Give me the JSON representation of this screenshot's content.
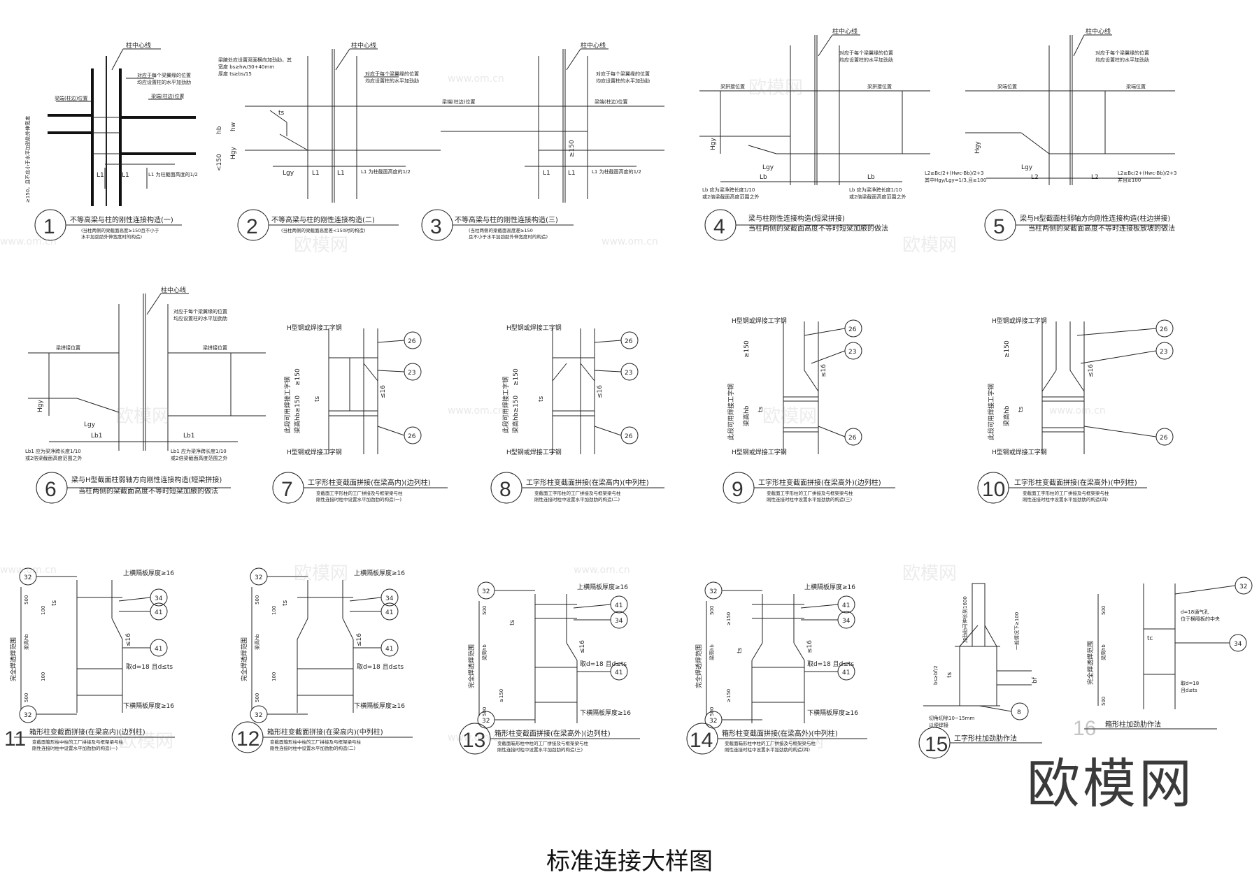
{
  "sheet_title": "标准连接大样图",
  "logo": "欧模网",
  "watermark": {
    "text": "欧模网",
    "url": "www.om.cn"
  },
  "row1": [
    {
      "num": "1",
      "cap1": "不等高梁与柱的刚性连接构造(一)",
      "cap2": "(当柱两侧的梁截面高度≥150且不小于",
      "cap3": "水平加劲肋外伸宽度时的构造)",
      "col": "柱中心线",
      "t1": "对应于每个梁翼缘的位置",
      "t2": "均应设置柱的水平加劲肋",
      "t3": "梁端(柱边)位置",
      "t4": "梁端(柱边)位置",
      "side": "≥150，且不应小于水平加劲肋外伸宽度",
      "l1": "L1",
      "l1b": "L1",
      "l1c": "L1 为柱截面高度的1/2"
    },
    {
      "num": "2",
      "cap1": "不等高梁与柱的刚性连接构造(二)",
      "cap2": "(当柱两侧的梁截面高度差<150时的构造)",
      "col": "柱中心线",
      "t1": "梁腋处应设置双面横向加劲肋，其",
      "t2": "宽度 bs≥hw/30+40mm",
      "t3": "厚度 ts≥bs/15",
      "hb": "hb",
      "hw": "hw",
      "ts": "ts",
      "hgy": "Hgy",
      "lt": "<150",
      "lgy": "Lgy",
      "l1": "L1",
      "l1b": "L1",
      "l1c": "L1 为柱截面高度的1/2"
    },
    {
      "num": "3",
      "cap1": "不等高梁与柱的刚性连接构造(三)",
      "cap2": "(当柱两侧的梁截面高度差≥150",
      "cap3": "且不小于水平加劲肋外伸宽度时的构造)",
      "col": "柱中心线",
      "t1": "对应于每个梁翼缘的位置",
      "t2": "均应设置柱的水平加劲肋",
      "t3": "梁端(柱边)位置",
      "t4": "梁端(柱边)位置",
      "ge": "≥150",
      "l1": "L1",
      "l1b": "L1",
      "l1c": "L1 为柱截面高度的1/2"
    },
    {
      "num": "4",
      "cap1": "梁与柱刚性连接构造(短梁拼接)",
      "cap2": "当柱两侧的梁截面高度不等时短梁加腋的做法",
      "col": "柱中心线",
      "t1": "对应于每个梁翼缘的位置",
      "t2": "均应设置柱的水平加劲肋",
      "t3": "梁拼接位置",
      "t4": "梁拼接位置",
      "hgy": "Hgy",
      "lgy": "Lgy",
      "lb": "Lb",
      "lb2": "Lb",
      "n1": "Lb 应为梁净跨长度1/10",
      "n2": "或2倍梁截面高度范围之外",
      "n3": "Lb 应为梁净跨长度1/10",
      "n4": "或2倍梁截面高度范围之外"
    },
    {
      "num": "5",
      "cap1": "梁与H型截面柱弱轴方向刚性连接构造(柱边拼接)",
      "cap2": "当柱两侧的梁截面高度不等时连接板放坡的做法",
      "col": "柱中心线",
      "t1": "对应于每个梁翼缘的位置",
      "t2": "均应设置柱的水平加劲肋",
      "t3": "梁端位置",
      "t4": "梁端位置",
      "hgy": "Hgy",
      "lgy": "Lgy",
      "l2": "L2",
      "l2b": "L2",
      "n1": "L2≥Bc/2+(Hwc-Bb)/2+3",
      "n2": "其中Hgy/Lgy=1/3,且≥100",
      "n3": "L2≥Bc/2+(Hwc-Bb)/2+3",
      "n4": "并且≥100"
    }
  ],
  "row2": [
    {
      "num": "6",
      "cap1": "梁与H型截面柱弱轴方向刚性连接构造(短梁拼接)",
      "cap2": "当柱两侧的梁截面高度不等时短梁加腋的做法",
      "col": "柱中心线",
      "t1": "对应于每个梁翼缘的位置",
      "t2": "均应设置柱的水平加劲肋",
      "t3": "梁拼接位置",
      "t4": "梁拼接位置",
      "hgy": "Hgy",
      "lgy": "Lgy",
      "lb": "Lb1",
      "lb2": "Lb1",
      "n1": "Lb1 应为梁净跨长度1/10",
      "n2": "或2倍梁截面高度范围之外",
      "n3": "Lb1 应为梁净跨长度1/10",
      "n4": "或2倍梁截面高度范围之外"
    },
    {
      "num": "7",
      "cap1": "工字形柱变截面拼接(在梁高内)(边列柱)",
      "cap2": "变截面工字形柱的工厂拼接及与框架梁与柱",
      "cap3": "刚性连接时柱中设置水平加劲肋的构造(一)",
      "top": "H型钢或焊接工字钢",
      "bot": "H型钢或焊接工字钢",
      "side": "此段可用焊接工字钢",
      "d1": "≥150",
      "d2": "梁高hb≥150",
      "ts": "ts",
      "s": "≤16",
      "w1": "26",
      "w2": "23",
      "w3": "26"
    },
    {
      "num": "8",
      "cap1": "工字形柱变截面拼接(在梁高内)(中列柱)",
      "cap2": "变截面工字形柱的工厂拼接及与框架梁与柱",
      "cap3": "刚性连接时柱中设置水平加劲肋的构造(二)",
      "top": "H型钢或焊接工字钢",
      "bot": "H型钢或焊接工字钢",
      "side": "此段可用焊接工字钢",
      "d1": "≥150",
      "d2": "梁高hb≥150",
      "ts": "ts",
      "s": "≤16",
      "w1": "26",
      "w2": "23",
      "w3": "26"
    },
    {
      "num": "9",
      "cap1": "工字形柱变截面拼接(在梁高外)(边列柱)",
      "cap2": "变截面工字形柱的工厂拼接及与框架梁与柱",
      "cap3": "刚性连接时柱中设置水平加劲肋的构造(三)",
      "top": "H型钢或焊接工字钢",
      "bot": "H型钢或焊接工字钢",
      "side": "此段可用焊接工字钢",
      "d1": "≥150",
      "d2": "梁高hb",
      "ts": "ts",
      "s": "≤16",
      "w1": "26",
      "w2": "23",
      "w3": "26"
    },
    {
      "num": "10",
      "cap1": "工字形柱变截面拼接(在梁高外)(中列柱)",
      "cap2": "变截面工字形柱的工厂拼接及与框架梁与柱",
      "cap3": "刚性连接时柱中设置水平加劲肋的构造(四)",
      "top": "H型钢或焊接工字钢",
      "bot": "H型钢或焊接工字钢",
      "side": "此段可用焊接工字钢",
      "d1": "≥150",
      "d2": "梁高hb",
      "ts": "ts",
      "s": "≤16",
      "w1": "26",
      "w2": "23",
      "w3": "26"
    }
  ],
  "row3": [
    {
      "num": "11",
      "cap1": "箱形柱变截面拼接(在梁高内)(边列柱)",
      "cap2": "变截面箱形柱中柱的工厂拼接及与框架梁与柱",
      "cap3": "刚性连接时柱中设置水平加劲肋的构造(一)",
      "top": "上横隔板厚度≥16",
      "bot": "下横隔板厚度≥16",
      "side": "完全焊透焊范围",
      "d500a": "500",
      "d500b": "500",
      "hb": "梁高hb",
      "d100a": "100",
      "d100b": "100",
      "ts": "ts",
      "s": "≤16",
      "rule": "取d=18 且d≤ts",
      "w1": "32",
      "w2": "34",
      "w3": "41",
      "w4": "41",
      "w5": "32"
    },
    {
      "num": "12",
      "cap1": "箱形柱变截面拼接(在梁高内)(中列柱)",
      "cap2": "变截面箱形柱中柱的工厂拼接及与框架梁与柱",
      "cap3": "刚性连接时柱中设置水平加劲肋的构造(二)",
      "top": "上横隔板厚度≥16",
      "bot": "下横隔板厚度≥16",
      "side": "完全焊透焊范围",
      "d500a": "500",
      "d500b": "500",
      "hb": "梁高hb",
      "d100a": "100",
      "d100b": "100",
      "ts": "ts",
      "s": "≤16",
      "rule": "取d=18 且d≤ts",
      "w1": "32",
      "w2": "34",
      "w3": "41",
      "w4": "41",
      "w5": "32"
    },
    {
      "num": "13",
      "cap1": "箱形柱变截面拼接(在梁高外)(边列柱)",
      "cap2": "变截面箱形柱中柱的工厂拼接及与框架梁与柱",
      "cap3": "刚性连接时柱中设置水平加劲肋的构造(三)",
      "top": "上横隔板厚度≥16",
      "bot": "下横隔板厚度≥16",
      "side": "完全焊透焊范围",
      "d500a": "500",
      "d500b": "500",
      "hb": "梁高hb",
      "d100a": "≥150",
      "d100b": "≥150",
      "ts": "ts",
      "s": "≤16",
      "rule": "取d=18 且d≤ts",
      "w1": "32",
      "w2": "41",
      "w3": "34",
      "w4": "41",
      "w5": "32"
    },
    {
      "num": "14",
      "cap1": "箱形柱变截面拼接(在梁高外)(中列柱)",
      "cap2": "变截面箱形柱中柱的工厂拼接及与框架梁与柱",
      "cap3": "刚性连接时柱中设置水平加劲肋的构造(四)",
      "top": "上横隔板厚度≥16",
      "bot": "下横隔板厚度≥16",
      "side": "完全焊透焊范围",
      "d500a": "500",
      "d500b": "500",
      "hb": "梁高hb",
      "d100a": "≥150",
      "d100b": "≥150",
      "ts": "ts",
      "s": "≤16",
      "rule": "取d=18 且d≤ts",
      "w1": "32",
      "w2": "41",
      "w3": "34",
      "w4": "41",
      "w5": "32"
    },
    {
      "num": "15",
      "cap1": "工字形柱加劲肋作法",
      "a1": "加劲肋可伸长到1600",
      "a2": "一般情况下≥100",
      "a3": "bs≥bf/2",
      "a4": "bf",
      "a5": "ts",
      "a6": "切角切除10~15mm",
      "a7": "以便焊接",
      "w1": "8"
    },
    {
      "num": "16",
      "cap1": "箱形柱加劲肋作法",
      "a1": "d=18通气孔",
      "a2": "位于横隔板的中央",
      "a3": "完全焊透焊范围",
      "a4": "500",
      "a5": "500",
      "a6": "梁高hb",
      "a7": "tc",
      "a8": "取d=18",
      "a9": "且d≤ts",
      "w1": "32",
      "w2": "34"
    }
  ]
}
